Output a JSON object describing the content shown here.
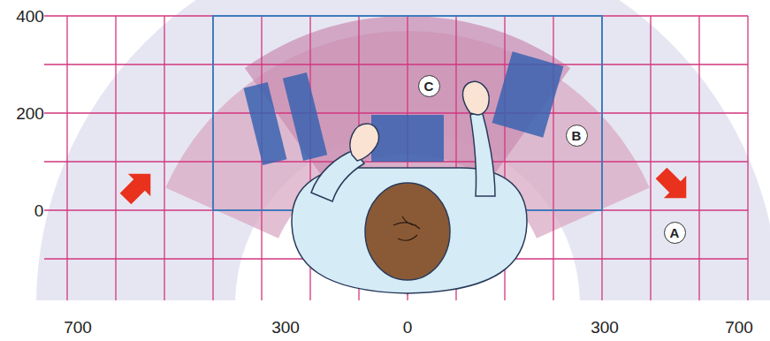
{
  "diagram": {
    "nodes": [
      {
        "text": [
          "C"
        ]
      },
      {
        "text": [
          "B"
        ]
      },
      {
        "text": [
          "A"
        ]
      }
    ],
    "labels": [
      "400",
      "200",
      "0",
      "700",
      "300",
      "0",
      "300",
      "700"
    ]
  }
}
